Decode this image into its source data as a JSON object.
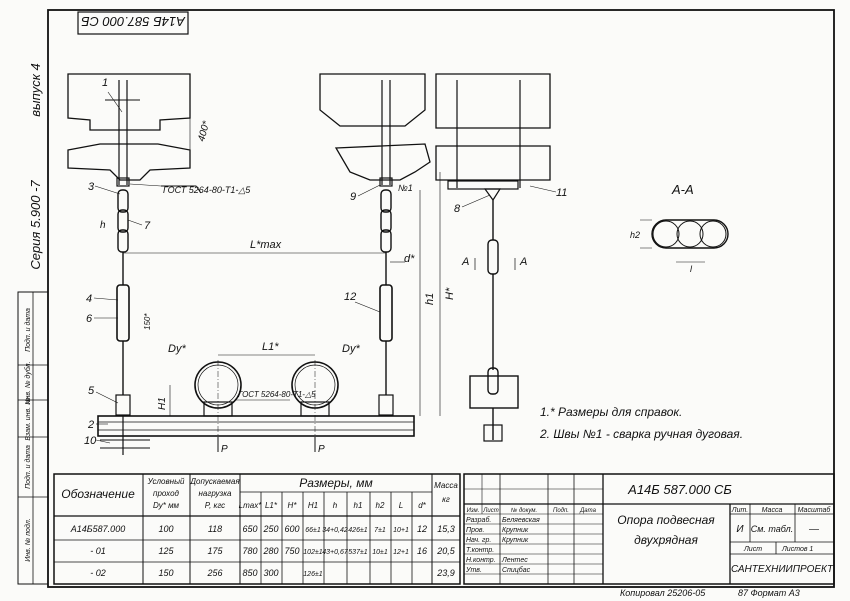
{
  "stamp": {
    "code_mirrored": "А14Б 587.000 СБ"
  },
  "margin": {
    "issue": "выпуск 4",
    "series": "Серия 5.900 -7",
    "side_fields": [
      "Подп. и дата",
      "Инв. № дубл.",
      "Взам. инв. №",
      "Подп. и дата",
      "Инв. № подл."
    ]
  },
  "drawing": {
    "callouts": [
      "1",
      "2",
      "3",
      "4",
      "5",
      "6",
      "7",
      "8",
      "9",
      "10",
      "11",
      "12"
    ],
    "gost_1": "ГОСТ 5264-80-Т1-△5",
    "gost_2": "ГОСТ 5264-80-Т1-△5",
    "weld_no": "№1",
    "dim_400": "400*",
    "dim_h": "h",
    "dim_lmax": "L*max",
    "dim_l1": "L1*",
    "dim_d": "d*",
    "dim_H": "H*",
    "dim_h1": "h1",
    "dim_H1": "H1",
    "dim_150": "150*",
    "dim_dy1": "Dy*",
    "dim_dy2": "Dy*",
    "dim_P1": "P",
    "dim_P2": "P",
    "section_marker": "А",
    "section_title": "А-А",
    "sec_h2": "h2",
    "sec_l": "l"
  },
  "notes": [
    "1.* Размеры для справок.",
    "2. Швы №1 - сварка ручная дуговая."
  ],
  "table": {
    "col_designation": "Обозначение",
    "col_dy": [
      "Условный",
      "проход",
      "Dy* мм"
    ],
    "col_load": [
      "Допускаемая",
      "нагрузка",
      "P, кгс"
    ],
    "dims_title": "Размеры, мм",
    "col_mass": [
      "Масса",
      "кг"
    ],
    "dim_cols": [
      "Lmax*",
      "L1*",
      "H*",
      "H1",
      "h",
      "h1",
      "h2",
      "L",
      "d*"
    ],
    "rows": [
      {
        "designation": "А14Б587.000",
        "dy": "100",
        "load": "118",
        "lmax": "650",
        "l1": "250",
        "H": "600",
        "H1": "66±1",
        "h": "34+0,42",
        "h1": "426±1",
        "h2": "7±1",
        "L": "10+1",
        "d": "12",
        "mass": "15,3"
      },
      {
        "designation": "- 01",
        "dy": "125",
        "load": "175",
        "lmax": "780",
        "l1": "280",
        "H": "750",
        "H1": "102±1",
        "h": "43+0,67",
        "h1": "537±1",
        "h2": "10±1",
        "L": "12+1",
        "d": "16",
        "mass": "20,5"
      },
      {
        "designation": "- 02",
        "dy": "150",
        "load": "256",
        "lmax": "850",
        "l1": "300",
        "H": "",
        "H1": "126±1",
        "h": "",
        "h1": "",
        "h2": "",
        "L": "",
        "d": "",
        "mass": "23,9"
      }
    ]
  },
  "title_block": {
    "doc_code": "А14Б 587.000 СБ",
    "title_lines": [
      "Опора подвесная",
      "двухрядная"
    ],
    "hdr": [
      "Изм.",
      "Лист",
      "№ докум.",
      "Подп.",
      "Дата"
    ],
    "roles": [
      "Разраб.",
      "Пров.",
      "Нач. гр.",
      "Т.контр.",
      "Н.контр.",
      "Утв."
    ],
    "names": [
      "Беляевская",
      "Крупник",
      "Крупник",
      "",
      "Лентес",
      "Спицбас"
    ],
    "lit_label": "Лит.",
    "mass_label": "Масса",
    "scale_label": "Масштаб",
    "lit_value": "И",
    "mass_value": "См. табл.",
    "scale_value": "—",
    "sheet_label": "Лист",
    "sheets_label": "Листов 1",
    "org": "САНТЕХНИИПРОЕКТ"
  },
  "footer": {
    "copied": "Копировал 25206-05",
    "format": "87 Формат А3"
  }
}
